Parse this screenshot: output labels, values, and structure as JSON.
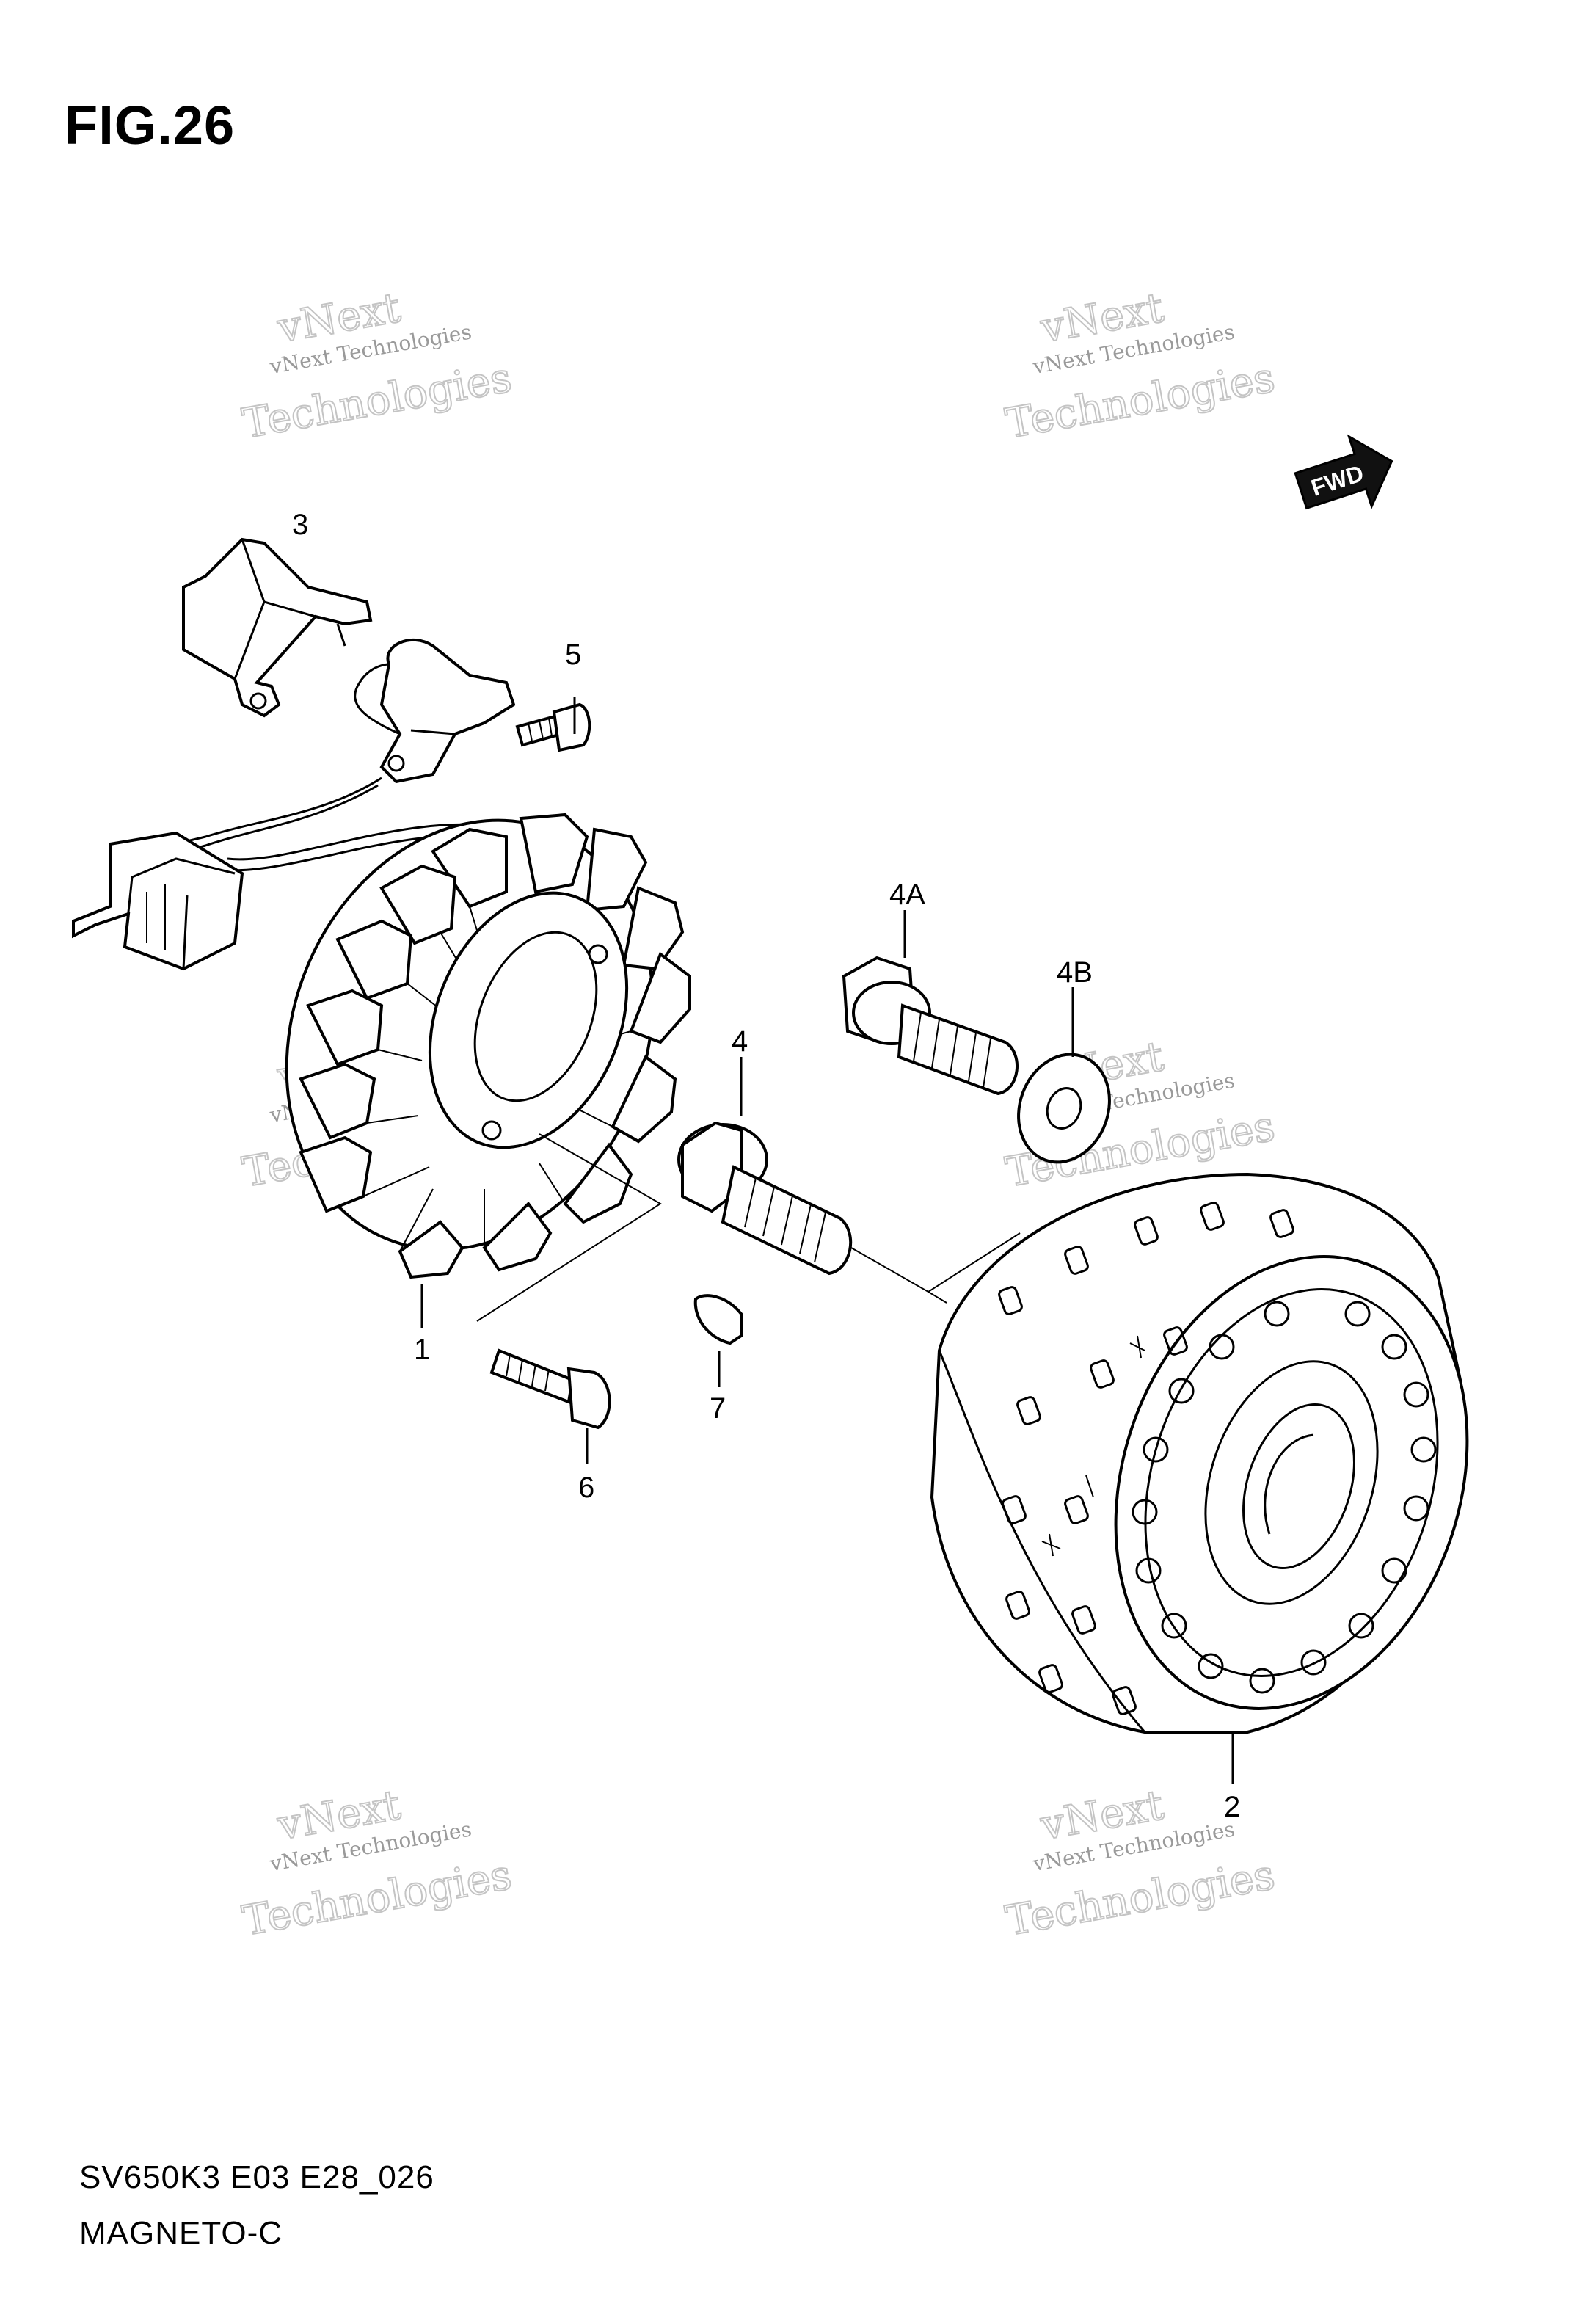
{
  "header": {
    "figure": "FIG.26"
  },
  "footer": {
    "code": "SV650K3 E03 E28_026",
    "name": "MAGNETO-C"
  },
  "fwd_badge": "FWD",
  "watermark": {
    "line1": "vNext Technologies",
    "line2": "vNext",
    "line3": "Technologies"
  },
  "callouts": {
    "c1": "1",
    "c2": "2",
    "c3": "3",
    "c4": "4",
    "c4a": "4A",
    "c4b": "4B",
    "c5": "5",
    "c6": "6",
    "c7": "7"
  }
}
